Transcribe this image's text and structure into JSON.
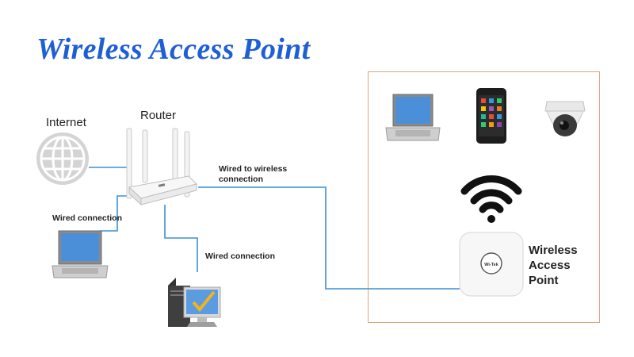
{
  "title": "Wireless Access Point",
  "labels": {
    "internet": "Internet",
    "router": "Router",
    "wired_to_wireless": "Wired to wireless connection",
    "wired_connection_1": "Wired connection",
    "wired_connection_2": "Wired connection",
    "access_point_line1": "Wireless",
    "access_point_line2": "Access",
    "access_point_line3": "Point",
    "ap_logo": "Wi-Tek"
  },
  "colors": {
    "title": "#1f5fd6",
    "cable": "#3b8fd6",
    "box_border": "#e0a47c"
  },
  "icons": [
    "globe-icon",
    "router-icon",
    "laptop-icon",
    "desktop-pc-icon",
    "smartphone-icon",
    "dome-camera-icon",
    "wifi-icon",
    "access-point-icon"
  ]
}
